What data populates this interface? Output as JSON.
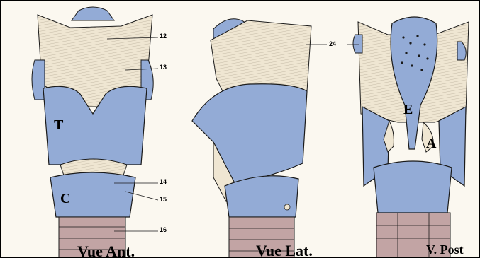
{
  "figure": {
    "views": [
      {
        "name": "Vue Ant."
      },
      {
        "name": "Vue Lat."
      },
      {
        "name": "V. Post"
      }
    ],
    "region_letters": {
      "thyroid": "T",
      "cricoid": "C",
      "epiglottis": "E",
      "arytenoid": "A"
    },
    "callouts": {
      "n12": "12",
      "n13": "13",
      "n14": "14",
      "n15": "15",
      "n16": "16",
      "n24": "24"
    },
    "colors": {
      "cartilage_blue": "#93abd6",
      "membrane_beige": "#efe6d2",
      "trachea_pink": "#c2a4a4",
      "ink": "#1a1a1a"
    }
  }
}
